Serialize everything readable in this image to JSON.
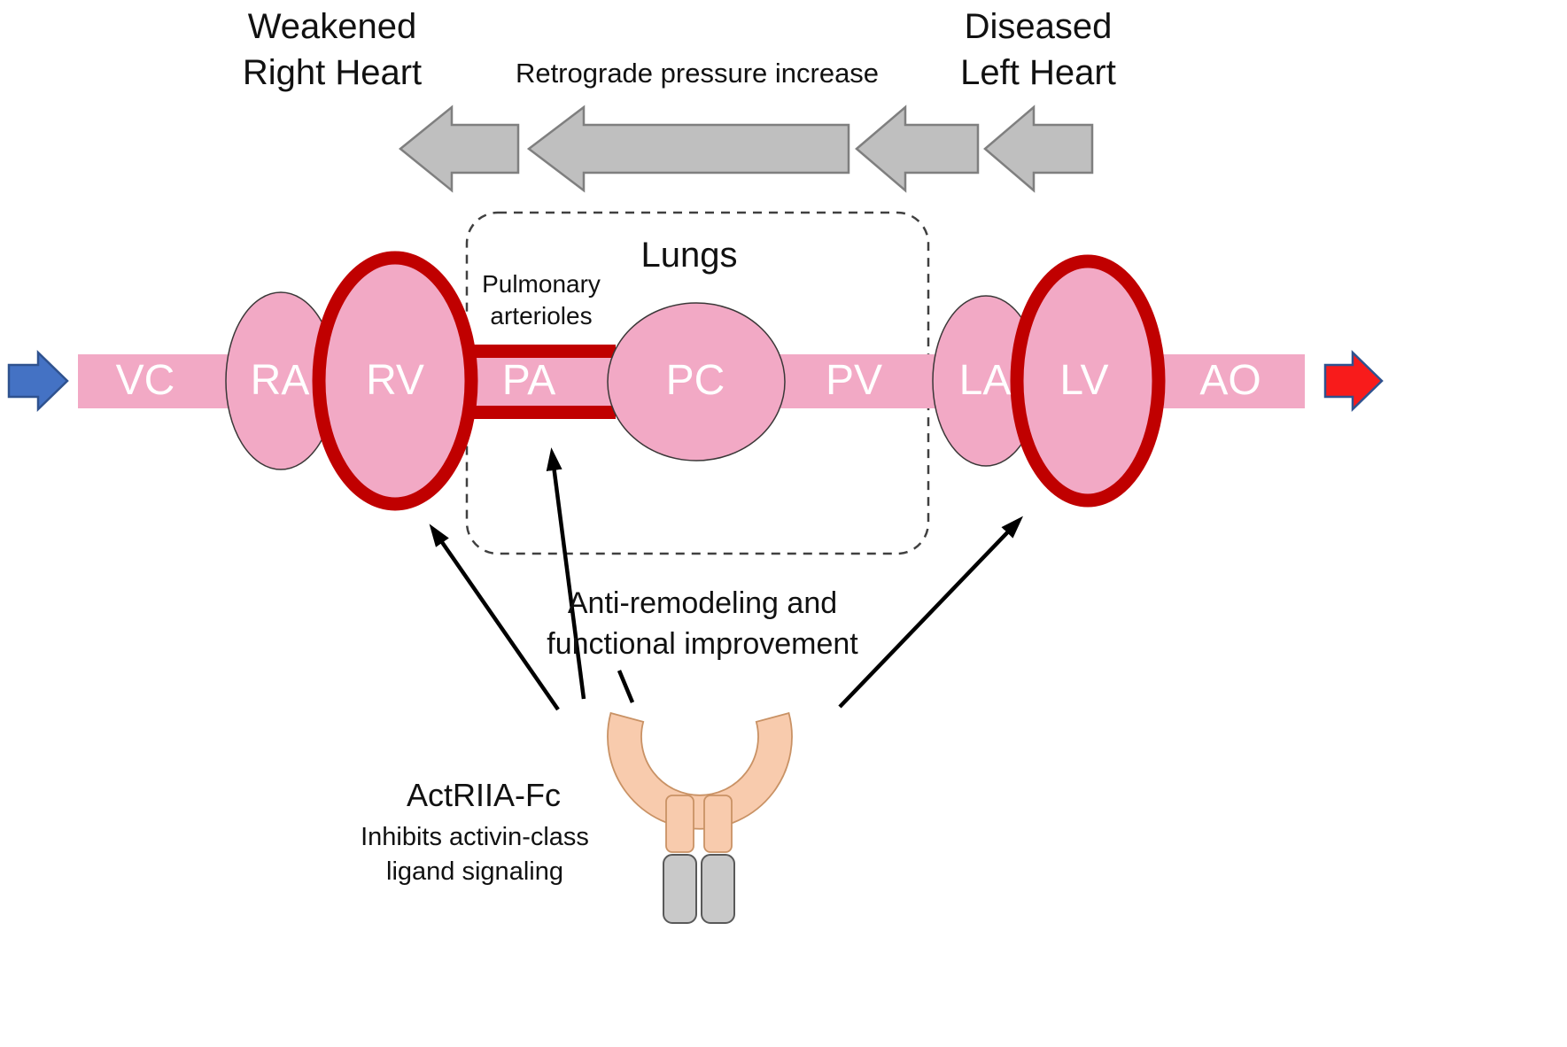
{
  "labels": {
    "weakened_right_heart": "Weakened\nRight Heart",
    "retrograde": "Retrograde pressure increase",
    "diseased_left_heart": "Diseased\nLeft Heart",
    "lungs": "Lungs",
    "pulmonary_arterioles": "Pulmonary\narterioles",
    "anti_remodeling": "Anti-remodeling and\nfunctional improvement",
    "drug_name": "ActRIIA-Fc",
    "drug_mechanism": "Inhibits activin-class\nligand signaling"
  },
  "flow": {
    "segments": [
      "VC",
      "RA",
      "RV",
      "PA",
      "PC",
      "PV",
      "LA",
      "LV",
      "AO"
    ]
  },
  "colors": {
    "vessel_pink": "#F2A9C5",
    "remodel_red": "#C00000",
    "thin_outline": "#3B3838",
    "arrow_gray": "#BFBFBF",
    "arrow_gray_outline": "#7F7F7F",
    "venous_blue": "#4472C4",
    "arterial_red": "#F81B1B",
    "io_arrow_outline": "#2F528F",
    "antibody_peach": "#F8CBAD",
    "antibody_peach_outline": "#C99265",
    "fc_gray": "#C9C9C9",
    "fc_gray_outline": "#595959",
    "black": "#000000",
    "dashed_box": "#404040"
  }
}
